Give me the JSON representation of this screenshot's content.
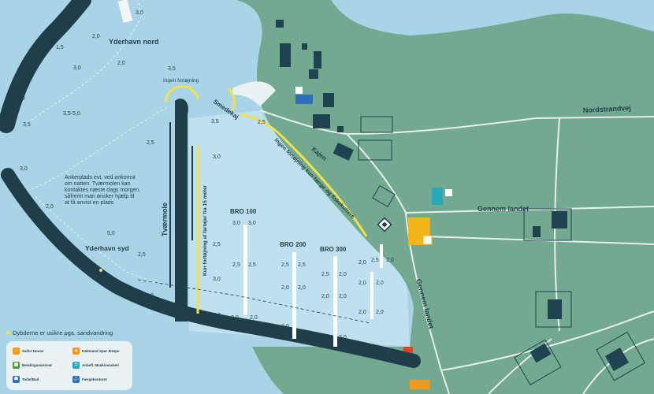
{
  "title_basin_north": "Yderhavn nord",
  "title_basin_south": "Yderhavn syd",
  "anchor_text": [
    "Ankerplads evt. ved ankomst",
    "om natten. Tværmolen kan",
    "kontaktes næste dags morgen,",
    "såfremt man ønsker hjælp til",
    "at få anvist en plads"
  ],
  "no_mooring_top": "Ingen fortøjning",
  "smedekaj": "Smedekaj",
  "kajen": "Kajen",
  "no_mooring_ferry": "Ingen fortøjning kun færge og fiskekuttere",
  "tvaermole": "Tværmole",
  "tvaermole_note": "Kun fortøjning af fartøjer fra 15 meter",
  "bro100": "BRO 100",
  "bro200": "BRO 200",
  "bro300": "BRO 300",
  "road_nordstrandvej": "Nordstrandvej",
  "road_gennem_landet_1": "Gennem landet",
  "road_gennem_landet_2": "Gennem landet",
  "note": "Dybderne er usikre pga. sandvandring",
  "legend": [
    {
      "label": "Sailor House",
      "icon": "sailor-house-icon",
      "color": "#f29a1b"
    },
    {
      "label": "Købmand Spar Ærøpe",
      "icon": "shop-icon",
      "color": "#f29a1b"
    },
    {
      "label": "Betalingsautomat",
      "icon": "payment-machine-icon",
      "color": "#4a9a3c"
    },
    {
      "label": "Anbefl. Maskinvaskeri",
      "icon": "laundry-icon",
      "color": "#26a9b8"
    },
    {
      "label": "Toilet/Bad",
      "icon": "toilet-icon",
      "color": "#2e6fb7"
    },
    {
      "label": "Færgekontoret",
      "icon": "ferry-office-icon",
      "color": "#2e6fb7"
    }
  ],
  "depths": [
    {
      "t": "3,0"
    },
    {
      "t": "2,0"
    },
    {
      "t": "1,5"
    },
    {
      "t": "3,0"
    },
    {
      "t": "2,0"
    },
    {
      "t": "3,0"
    },
    {
      "t": "3,5"
    },
    {
      "t": "3,5-5,0"
    },
    {
      "t": "3,5"
    },
    {
      "t": "3,5"
    },
    {
      "t": "2,5"
    },
    {
      "t": "3,0"
    },
    {
      "t": "2,0"
    },
    {
      "t": "5,0"
    },
    {
      "t": "2,5"
    },
    {
      "t": "1,0"
    },
    {
      "t": "3,0"
    },
    {
      "t": "3,0"
    },
    {
      "t": "3,0"
    },
    {
      "t": "2,5"
    },
    {
      "t": "2,5"
    },
    {
      "t": "3,0"
    },
    {
      "t": "2,5"
    },
    {
      "t": "2,0"
    },
    {
      "t": "2,0"
    },
    {
      "t": "2,5"
    },
    {
      "t": "2,5"
    },
    {
      "t": "2,5"
    },
    {
      "t": "2,0"
    },
    {
      "t": "2,0"
    },
    {
      "t": "2,0"
    },
    {
      "t": "2,5"
    },
    {
      "t": "2,0"
    },
    {
      "t": "2,0"
    },
    {
      "t": "2,0"
    },
    {
      "t": "2,0"
    },
    {
      "t": "2,0"
    },
    {
      "t": "2,0"
    },
    {
      "t": "2,0"
    },
    {
      "t": "2,0"
    },
    {
      "t": "2,0"
    },
    {
      "t": "2,5"
    },
    {
      "t": "2,0"
    },
    {
      "t": "2,5"
    },
    {
      "t": "2,0"
    }
  ]
}
